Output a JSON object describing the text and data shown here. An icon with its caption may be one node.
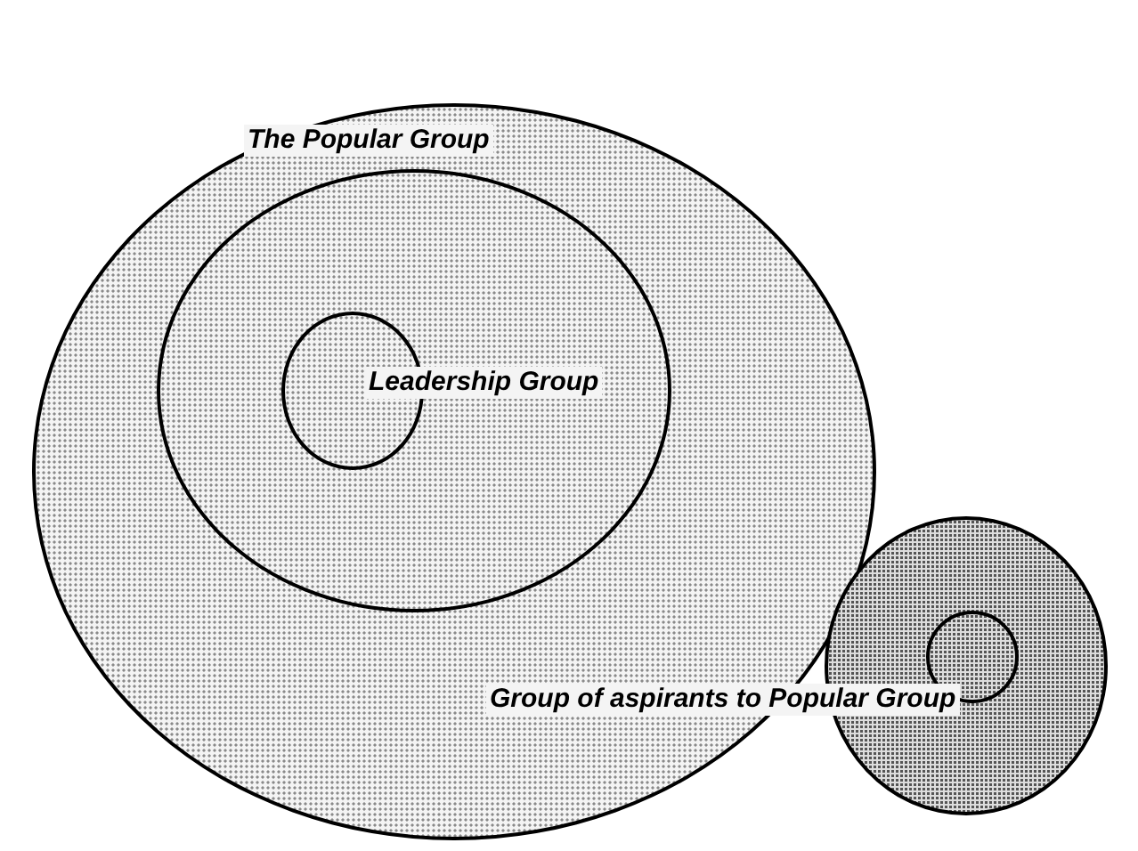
{
  "diagram": {
    "nodes": [
      {
        "text": [],
        "shape": "circle"
      },
      {
        "text": [
          "The Popular Group"
        ],
        "in": 0
      },
      {
        "text": [
          "Leadership Group"
        ],
        "in": 1
      },
      {
        "text": [
          "Group of aspirants to Popular Group"
        ]
      },
      {
        "text": [],
        "shape": "circle",
        "in": 3
      }
    ],
    "edges": []
  }
}
